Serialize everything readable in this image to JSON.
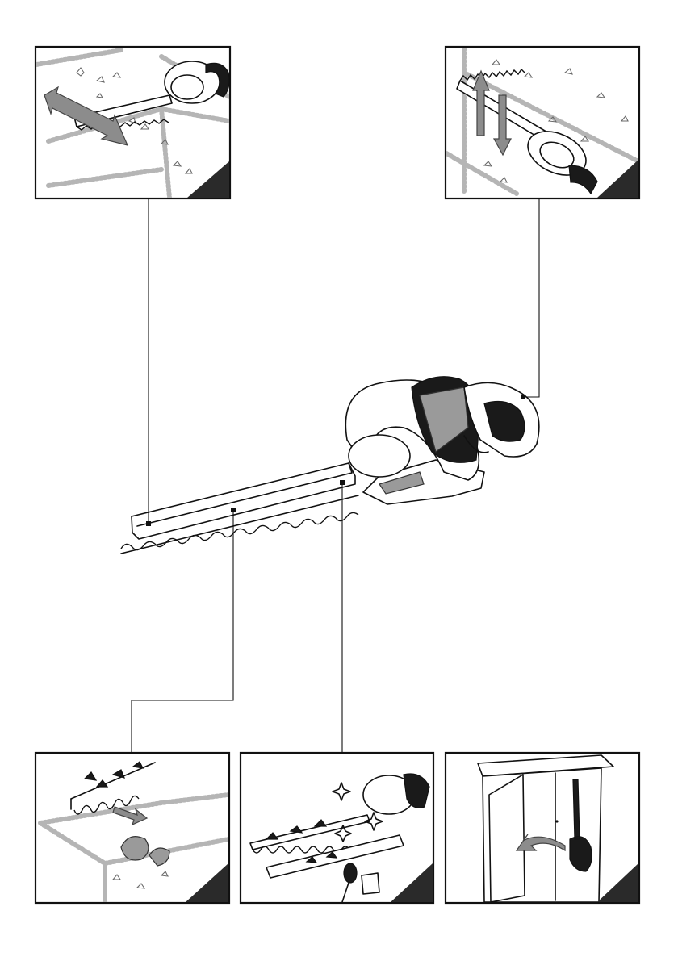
{
  "panels": [
    {
      "id": "cut-top",
      "icon": "horizontal-cut-icon"
    },
    {
      "id": "cut-side",
      "icon": "vertical-cut-icon"
    },
    {
      "id": "blade-cover",
      "icon": "blade-cover-icon"
    },
    {
      "id": "cleaning",
      "icon": "cleaning-brush-icon"
    },
    {
      "id": "storage",
      "icon": "storage-cabinet-icon"
    }
  ],
  "callouts": [
    "front-guard",
    "rear-handle",
    "blade",
    "blade-cover-sheath"
  ],
  "colors": {
    "ink": "#111111",
    "arrow": "#8c8c8c",
    "hedge": "#b5b5b5"
  }
}
